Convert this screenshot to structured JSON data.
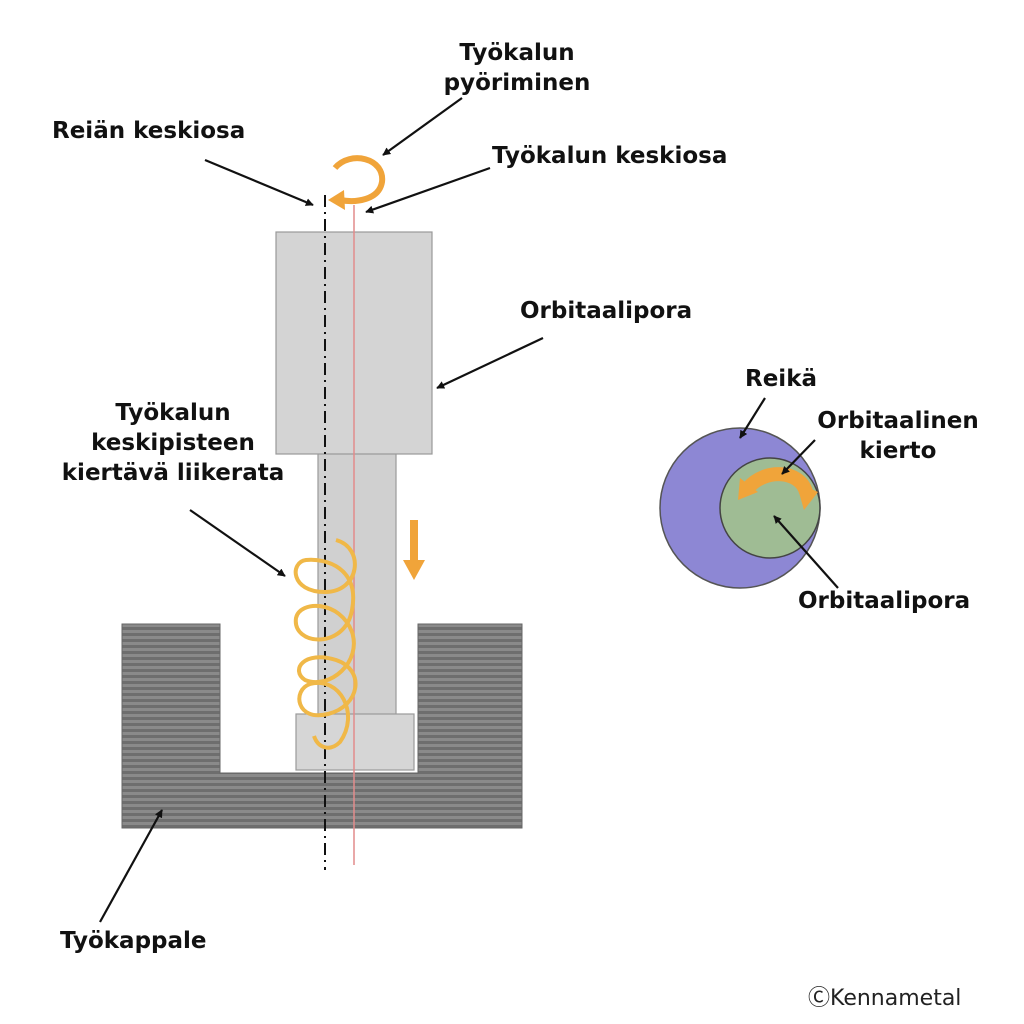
{
  "labels": {
    "tool_rotation": [
      "Työkalun",
      "pyöriminen"
    ],
    "hole_center": "Reiän keskiosa",
    "tool_center": "Työkalun keskiosa",
    "orbital_drill": "Orbitaalipora",
    "tool_path": [
      "Työkalun",
      "keskipisteen",
      "kiertävä liikerata"
    ],
    "hole": "Reikä",
    "orbital_rotation": [
      "Orbitaalinen",
      "kierto"
    ],
    "orbital_drill_small": "Orbitaalipora",
    "workpiece": "Työkappale"
  },
  "copyright": "ⒸKennametal",
  "colors": {
    "tool_gray": "#d2d2d2",
    "workpiece_gray": "#838383",
    "hole_purple": "#8d87d4",
    "drill_green": "#9fbc94",
    "orange": "#f0a43a",
    "center_line_red": "#e28b8b"
  }
}
